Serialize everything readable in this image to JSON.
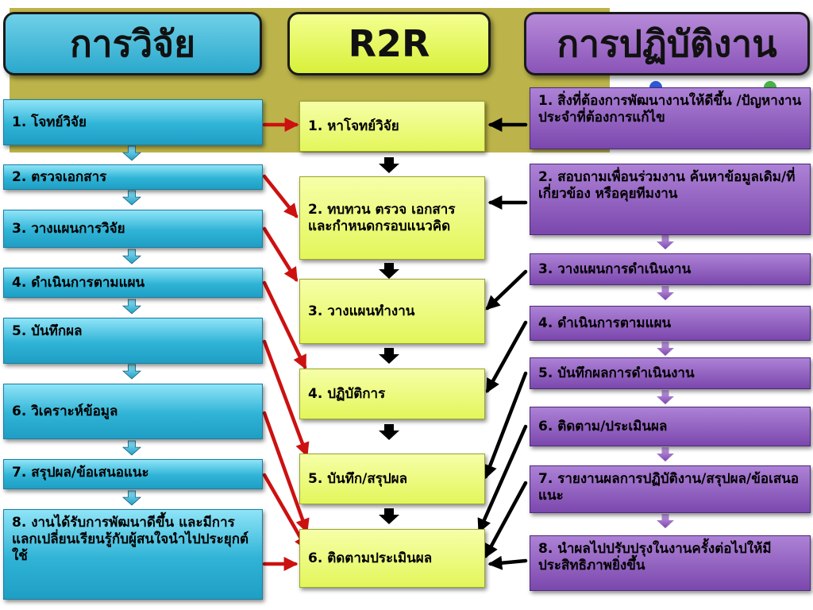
{
  "headers": {
    "research": "การวิจัย",
    "r2r": "R2R",
    "practice": "การปฏิบัติงาน"
  },
  "research_steps": [
    "1. โจทย์วิจัย",
    "2. ตรวจเอกสาร",
    "3. วางแผนการวิจัย",
    "4. ดำเนินการตามแผน",
    "5. บันทึกผล",
    "6. วิเคราะห์ข้อมูล",
    "7. สรุปผล/ข้อเสนอแนะ",
    "8. งานได้รับการพัฒนาดีขึ้น และมีการแลกเปลี่ยนเรียนรู้กับผู้สนใจนำไปประยุกต์ใช้"
  ],
  "r2r_steps": [
    "1. หาโจทย์วิจัย",
    "2. ทบทวน ตรวจ เอกสารและกำหนดกรอบแนวคิด",
    "3. วางแผนทำงาน",
    "4. ปฏิบัติการ",
    "5. บันทึก/สรุปผล",
    "6. ติดตามประเมินผล"
  ],
  "practice_steps": [
    "1. สิ่งที่ต้องการพัฒนางานให้ดีขึ้น /ปัญหางานประจำที่ต้องการแก้ไข",
    "2. สอบถามเพื่อนร่วมงาน ค้นหาข้อมูลเดิม/ที่เกี่ยวข้อง หรือคุยทีมงาน",
    "3. วางแผนการดำเนินงาน",
    "4. ดำเนินการตามแผน",
    "5. บันทึกผลการดำเนินงาน",
    "6. ติดตาม/ประเมินผล",
    "7. รายงานผลการปฏิบัติงาน/สรุปผล/ข้อเสนอแนะ",
    "8. นำผลไปปรับปรุงในงานครั้งต่อไปให้มีประสิทธิภาพยิ่งขึ้น"
  ],
  "colors": {
    "research": "#2fb3d6",
    "r2r": "#e3f65a",
    "practice": "#7b47ad",
    "banner": "#bcb44a",
    "red_arrow": "#cc1111",
    "black_arrow": "#000000"
  }
}
